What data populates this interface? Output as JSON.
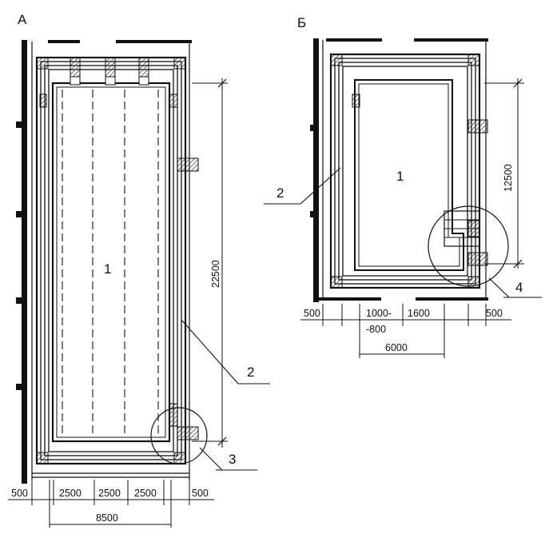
{
  "plans": [
    {
      "letter": "А",
      "labels": [
        "1",
        "2",
        "3"
      ],
      "dims": {
        "bottom_parts": [
          "500",
          "2500",
          "2500",
          "2500",
          "500"
        ],
        "bottom_total": "8500",
        "vertical": "22500"
      }
    },
    {
      "letter": "Б",
      "labels": [
        "1",
        "2",
        "4"
      ],
      "dims": {
        "bottom_parts": [
          "500",
          "1000-",
          "-800",
          "1600",
          "500"
        ],
        "bottom_total": "6000",
        "vertical": "12500"
      }
    }
  ],
  "colors": {
    "ink": "#111111",
    "paper": "#ffffff",
    "hatch": "#555555"
  }
}
